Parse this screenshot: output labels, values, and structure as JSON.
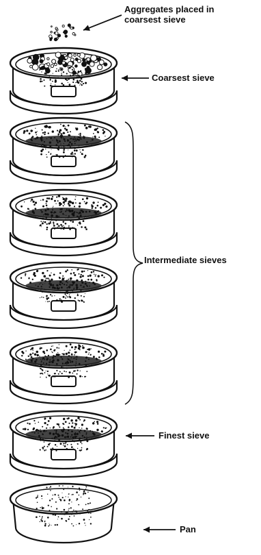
{
  "labels": {
    "aggregates_line1": "Aggregates placed in",
    "aggregates_line2": "coarsest sieve",
    "coarsest": "Coarsest sieve",
    "intermediate": "Intermediate sieves",
    "finest": "Finest sieve",
    "pan": "Pan"
  },
  "colors": {
    "ink": "#111111",
    "paper": "#ffffff"
  }
}
